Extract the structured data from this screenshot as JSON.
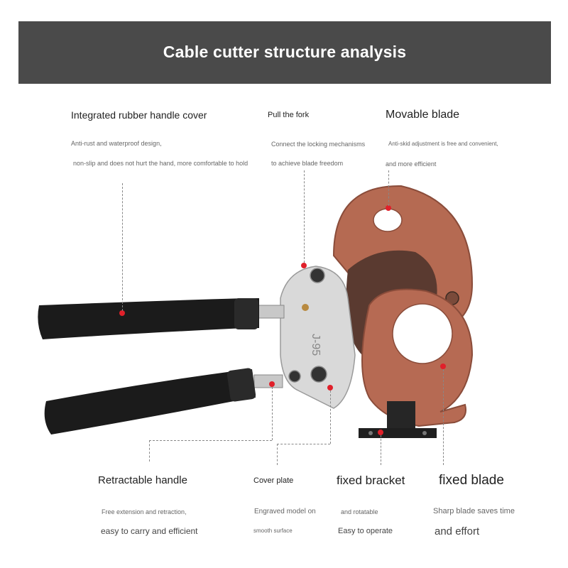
{
  "header": {
    "title": "Cable cutter structure analysis"
  },
  "annotations": {
    "handle_cover": {
      "title": "Integrated rubber handle cover",
      "line1": "Anti-rust and waterproof design,",
      "line2": "non-slip and does not hurt the hand, more comfortable to hold"
    },
    "pull_fork": {
      "title": "Pull the fork",
      "line1": "Connect the locking mechanisms",
      "line2": "to achieve blade freedom"
    },
    "movable_blade": {
      "title": "Movable blade",
      "line1": "Anti-skid adjustment is free and convenient,",
      "line2": "and more efficient"
    },
    "retractable_handle": {
      "title": "Retractable handle",
      "line1": "Free extension and retraction,",
      "line2": "easy to carry and efficient"
    },
    "cover_plate": {
      "title": "Cover plate",
      "line1": "Engraved model on",
      "line2": "smooth surface"
    },
    "fixed_bracket": {
      "title": "fixed bracket",
      "line1": "and rotatable",
      "line2": "Easy to operate"
    },
    "fixed_blade": {
      "title": "fixed blade",
      "line1": "Sharp blade saves time",
      "line2": "and effort"
    }
  },
  "product": {
    "model_engraving": "J-95",
    "colors": {
      "blade": "#b56a52",
      "blade_dark": "#5a3a30",
      "handle": "#1b1b1b",
      "plate": "#d9d9d9",
      "marker": "#e0202a",
      "banner": "#4a4a4a"
    }
  }
}
